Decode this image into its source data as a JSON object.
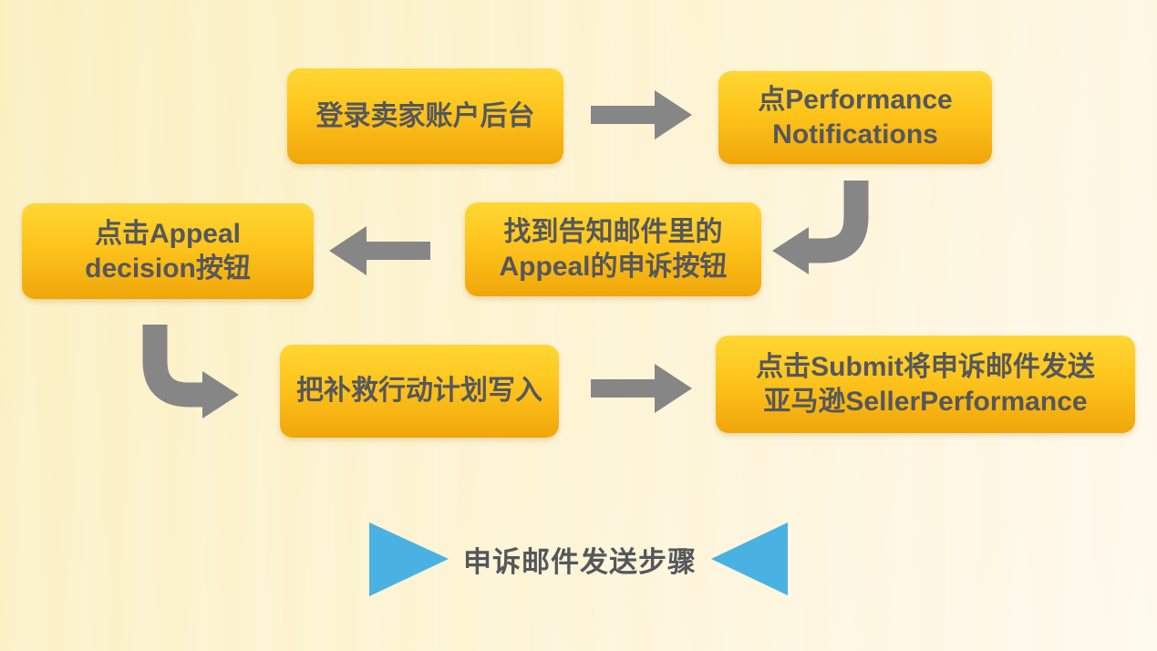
{
  "title": {
    "text": "申诉邮件发送步骤"
  },
  "flow": {
    "steps": [
      {
        "name": "login-seller-backend",
        "lines": [
          "登录卖家账户后台",
          ""
        ]
      },
      {
        "name": "click-performance-notifications",
        "lines": [
          "点Performance",
          "Notifications"
        ]
      },
      {
        "name": "find-appeal-button-in-email",
        "lines": [
          "找到告知邮件里的",
          "Appeal的申诉按钮"
        ]
      },
      {
        "name": "click-appeal-decision",
        "lines": [
          "点击Appeal",
          "decision按钮"
        ]
      },
      {
        "name": "write-remedy-action-plan",
        "lines": [
          "把补救行动计划写入",
          ""
        ]
      },
      {
        "name": "submit-appeal-email",
        "lines": [
          "点击Submit将申诉邮件发送",
          "亚马逊SellerPerformance"
        ]
      }
    ],
    "arrow_names": [
      "arrow-right",
      "arrow-elbow-down-left",
      "arrow-left",
      "arrow-elbow-down-right",
      "arrow-right"
    ]
  },
  "colors": {
    "box_top": "#ffd733",
    "box_mid": "#fec41c",
    "box_bottom": "#f0a60a",
    "box_text": "#55575c",
    "arrow": "#868686",
    "triangle": "#49b2e2",
    "bg_start": "#fbefbe",
    "bg_mid": "#fdf4d4",
    "bg_end": "#fff9ed"
  }
}
